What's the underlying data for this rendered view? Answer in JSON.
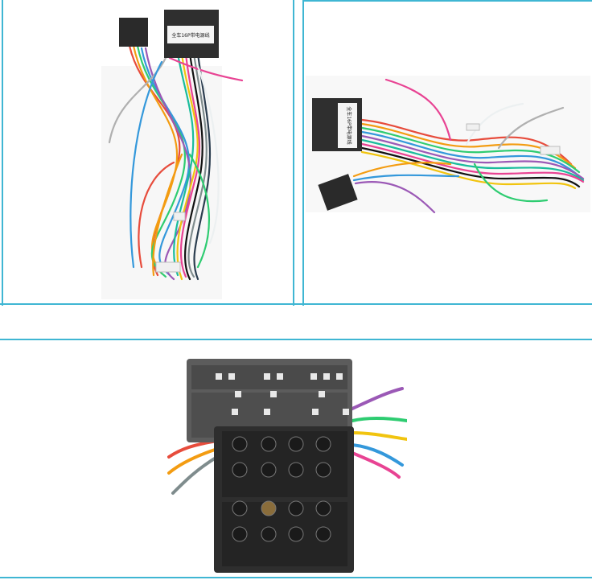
{
  "images": {
    "top_left": {
      "kind": "wiring-harness-vertical",
      "connector_label": "全车16P带电源线"
    },
    "top_right": {
      "kind": "wiring-harness-horizontal",
      "connector_label": "全车16P带电源线"
    },
    "bottom": {
      "kind": "iso-connector-closeup"
    }
  },
  "colors": {
    "frame": "#3fb6d3",
    "connector_body": "#3b3b3b",
    "connector_grey": "#6e6e6e",
    "wire_palette": [
      "#e74c3c",
      "#f39c12",
      "#f1c40f",
      "#2ecc71",
      "#1abc9c",
      "#3498db",
      "#9b59b6",
      "#ecf0f1",
      "#7f8c8d",
      "#e84393",
      "#111111",
      "#2c3e50"
    ]
  }
}
